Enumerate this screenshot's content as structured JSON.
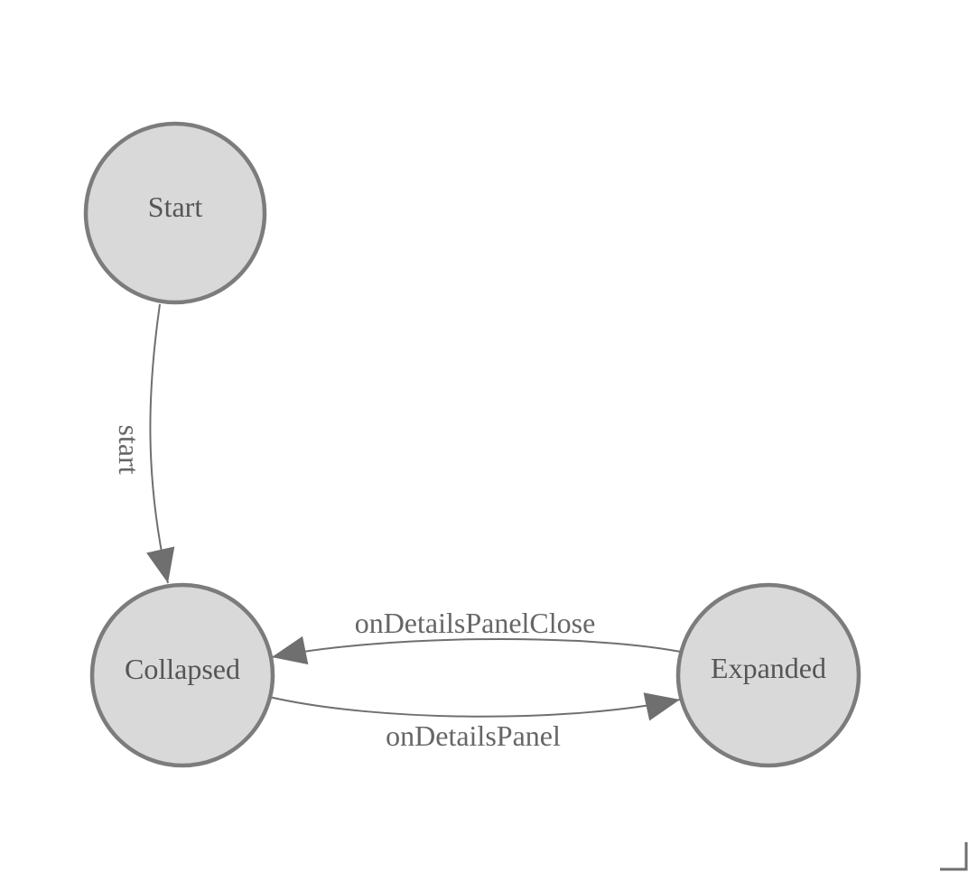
{
  "palette": {
    "background": "#ffffff",
    "node_fill": "#d9d9d9",
    "node_stroke": "#7c7c7c",
    "edge_stroke": "#6f6f6f",
    "arrow_fill": "#6f6f6f",
    "node_label_color": "#555555",
    "edge_label_color": "#666666",
    "corner_mark_color": "#6f6f6f"
  },
  "diagram": {
    "type": "state-machine",
    "nodes": [
      {
        "id": "start",
        "label": "Start"
      },
      {
        "id": "collapsed",
        "label": "Collapsed"
      },
      {
        "id": "expanded",
        "label": "Expanded"
      }
    ],
    "edges": [
      {
        "from": "Start",
        "to": "Collapsed",
        "label": "start"
      },
      {
        "from": "Collapsed",
        "to": "Expanded",
        "label": "onDetailsPanel"
      },
      {
        "from": "Expanded",
        "to": "Collapsed",
        "label": "onDetailsPanelClose"
      }
    ]
  }
}
